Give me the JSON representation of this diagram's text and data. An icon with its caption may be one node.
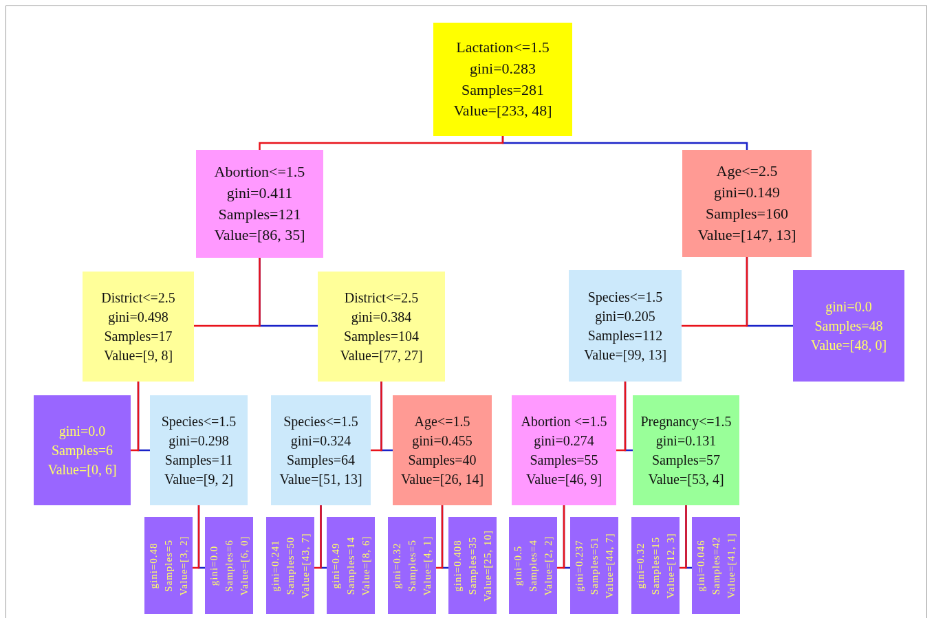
{
  "diagram": {
    "nodes": [
      {
        "text": [
          "Lactation<=1.5",
          "gini=0.283",
          "Samples=281",
          "Value=[233, 48]"
        ]
      },
      {
        "text": [
          "Abortion<=1.5",
          "gini=0.411",
          "Samples=121",
          "Value=[86, 35]"
        ]
      },
      {
        "text": [
          "Age<=2.5",
          "gini=0.149",
          "Samples=160",
          "Value=[147, 13]"
        ]
      },
      {
        "text": [
          "District<=2.5",
          "gini=0.498",
          "Samples=17",
          "Value=[9, 8]"
        ]
      },
      {
        "text": [
          "District<=2.5",
          "gini=0.384",
          "Samples=104",
          "Value=[77, 27]"
        ]
      },
      {
        "text": [
          "Species<=1.5",
          "gini=0.205",
          "Samples=112",
          "Value=[99, 13]"
        ]
      },
      {
        "text": [
          "gini=0.0",
          "Samples=48",
          "Value=[48, 0]"
        ]
      },
      {
        "text": [
          "gini=0.0",
          "Samples=6",
          "Value=[0, 6]"
        ]
      },
      {
        "text": [
          "Species<=1.5",
          "gini=0.298",
          "Samples=11",
          "Value=[9, 2]"
        ]
      },
      {
        "text": [
          "Species<=1.5",
          "gini=0.324",
          "Samples=64",
          "Value=[51, 13]"
        ]
      },
      {
        "text": [
          "Age<=1.5",
          "gini=0.455",
          "Samples=40",
          "Value=[26, 14]"
        ]
      },
      {
        "text": [
          "Abortion <=1.5",
          "gini=0.274",
          "Samples=55",
          "Value=[46, 9]"
        ]
      },
      {
        "text": [
          "Pregnancy<=1.5",
          "gini=0.131",
          "Samples=57",
          "Value=[53, 4]"
        ]
      },
      {
        "text": [
          "gini=0.48",
          "Samples=5",
          "Value=[3, 2]"
        ]
      },
      {
        "text": [
          "gini=0.0",
          "Samples=6",
          "Value=[6, 0]"
        ]
      },
      {
        "text": [
          "gini=0.241",
          "Samples=50",
          "Value=[43, 7]"
        ]
      },
      {
        "text": [
          "gini=0.49",
          "Samples=14",
          "Value=[8, 6]"
        ]
      },
      {
        "text": [
          "gini=0.32",
          "Samples=5",
          "Value=[4, 1]"
        ]
      },
      {
        "text": [
          "gini=0.408",
          "Samples=35",
          "Value=[25, 10]"
        ]
      },
      {
        "text": [
          "gini=0.5",
          "Samples=4",
          "Value=[2, 2]"
        ]
      },
      {
        "text": [
          "gini=0.237",
          "Samples=51",
          "Value=[44, 7]"
        ]
      },
      {
        "text": [
          "gini=0.32",
          "Samples=15",
          "Value=[12, 3]"
        ]
      },
      {
        "text": [
          "gini=0.046",
          "Samples=42",
          "Value=[41, 1]"
        ]
      }
    ],
    "edges": [
      {
        "from": 0,
        "to": 1,
        "arrow": "none",
        "color": "#e8131b"
      },
      {
        "from": 0,
        "to": 2,
        "arrow": "none",
        "color": "#1a22c8"
      },
      {
        "from": 1,
        "to": 3,
        "arrow": "none",
        "color": "#e8131b"
      },
      {
        "from": 1,
        "to": 4,
        "arrow": "none",
        "color": "#1a22c8"
      },
      {
        "from": 2,
        "to": 5,
        "arrow": "none",
        "color": "#e8131b"
      },
      {
        "from": 2,
        "to": 6,
        "arrow": "none",
        "color": "#1a22c8"
      },
      {
        "from": 3,
        "to": 7,
        "arrow": "none",
        "color": "#e8131b"
      },
      {
        "from": 3,
        "to": 8,
        "arrow": "none",
        "color": "#1a22c8"
      },
      {
        "from": 4,
        "to": 9,
        "arrow": "none",
        "color": "#e8131b"
      },
      {
        "from": 4,
        "to": 10,
        "arrow": "none",
        "color": "#1a22c8"
      },
      {
        "from": 5,
        "to": 11,
        "arrow": "none",
        "color": "#e8131b"
      },
      {
        "from": 5,
        "to": 12,
        "arrow": "none",
        "color": "#1a22c8"
      },
      {
        "from": 8,
        "to": 13,
        "arrow": "none",
        "color": "#e8131b"
      },
      {
        "from": 8,
        "to": 14,
        "arrow": "none",
        "color": "#1a22c8"
      },
      {
        "from": 9,
        "to": 15,
        "arrow": "none",
        "color": "#e8131b"
      },
      {
        "from": 9,
        "to": 16,
        "arrow": "none",
        "color": "#1a22c8"
      },
      {
        "from": 10,
        "to": 17,
        "arrow": "none",
        "color": "#e8131b"
      },
      {
        "from": 10,
        "to": 18,
        "arrow": "none",
        "color": "#1a22c8"
      },
      {
        "from": 11,
        "to": 19,
        "arrow": "none",
        "color": "#e8131b"
      },
      {
        "from": 11,
        "to": 20,
        "arrow": "none",
        "color": "#1a22c8"
      },
      {
        "from": 12,
        "to": 21,
        "arrow": "none",
        "color": "#e8131b"
      },
      {
        "from": 12,
        "to": 22,
        "arrow": "none",
        "color": "#1a22c8"
      }
    ]
  }
}
